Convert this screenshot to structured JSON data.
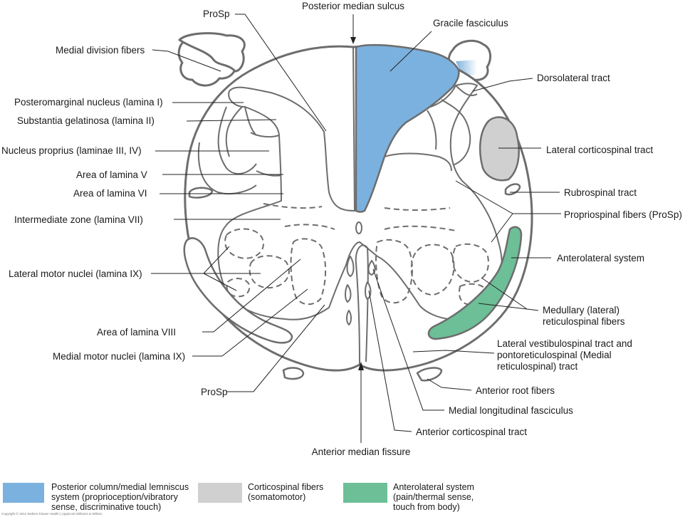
{
  "labels": {
    "posterior_median_sulcus": "Posterior median sulcus",
    "prosp_top": "ProSp",
    "medial_division_fibers": "Medial division fibers",
    "gracile_fasciculus": "Gracile fasciculus",
    "dorsolateral_tract": "Dorsolateral tract",
    "posteromarginal_nucleus": "Posteromarginal nucleus (lamina I)",
    "substantia_gelatinosa": "Substantia gelatinosa (lamina II)",
    "nucleus_proprius": "Nucleus proprius (laminae III, IV)",
    "lateral_corticospinal": "Lateral corticospinal tract",
    "lamina_v": "Area of lamina V",
    "lamina_vi": "Area of lamina VI",
    "rubrospinal": "Rubrospinal tract",
    "propriospinal": "Propriospinal fibers (ProSp)",
    "intermediate_zone": "Intermediate zone (lamina VII)",
    "anterolateral_system": "Anterolateral system",
    "lateral_motor_nuclei": "Lateral motor nuclei (lamina IX)",
    "medullary_line1": "Medullary (lateral)",
    "medullary_line2": "reticulospinal fibers",
    "lamina_viii": "Area of lamina VIII",
    "lat_vest_line1": "Lateral vestibulospinal tract and",
    "lat_vest_line2": "pontoreticulospinal (Medial",
    "lat_vest_line3": "reticulospinal) tract",
    "medial_motor_nuclei": "Medial motor nuclei (lamina IX)",
    "anterior_root_fibers": "Anterior root fibers",
    "prosp_bottom": "ProSp",
    "medial_longitudinal": "Medial longitudinal fasciculus",
    "anterior_corticospinal": "Anterior corticospinal tract",
    "anterior_median_fissure": "Anterior median fissure"
  },
  "legend": {
    "items": [
      {
        "color": "#7bb1de",
        "lines": [
          "Posterior column/medial lemniscus",
          "system (proprioception/vibratory",
          "sense, discriminative touch)"
        ]
      },
      {
        "color": "#d0d0d0",
        "lines": [
          "Corticospinal fibers",
          "(somatomotor)"
        ]
      },
      {
        "color": "#6cbf96",
        "lines": [
          "Anterolateral system",
          "(pain/thermal sense,",
          "touch from body)"
        ]
      }
    ]
  },
  "copyright": "Copyright © 2012 Wolters Kluwer Health | Lippincott Williams & Wilkins"
}
